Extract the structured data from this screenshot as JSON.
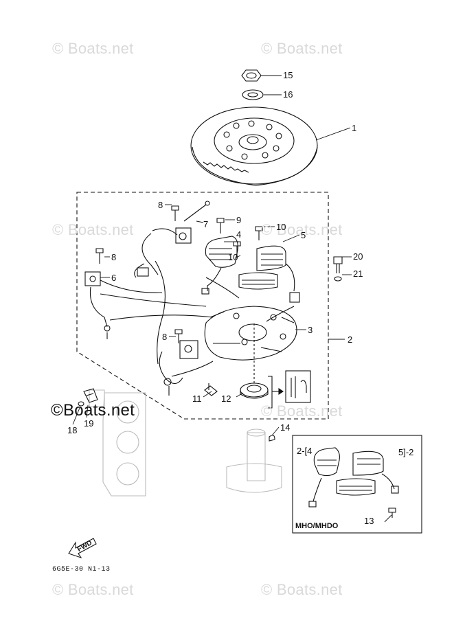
{
  "watermarks": {
    "text": "© Boats.net",
    "main": "©Boats.net"
  },
  "callouts": [
    {
      "id": "c1",
      "label": "1"
    },
    {
      "id": "c2",
      "label": "2"
    },
    {
      "id": "c3",
      "label": "3"
    },
    {
      "id": "c4",
      "label": "4"
    },
    {
      "id": "c5",
      "label": "5"
    },
    {
      "id": "c6",
      "label": "6"
    },
    {
      "id": "c7",
      "label": "7"
    },
    {
      "id": "c8a",
      "label": "8"
    },
    {
      "id": "c8b",
      "label": "8"
    },
    {
      "id": "c8c",
      "label": "8"
    },
    {
      "id": "c9",
      "label": "9"
    },
    {
      "id": "c10a",
      "label": "10"
    },
    {
      "id": "c10b",
      "label": "10"
    },
    {
      "id": "c11",
      "label": "11"
    },
    {
      "id": "c12",
      "label": "12"
    },
    {
      "id": "c13",
      "label": "13"
    },
    {
      "id": "c14",
      "label": "14"
    },
    {
      "id": "c15",
      "label": "15"
    },
    {
      "id": "c16",
      "label": "16"
    },
    {
      "id": "c18",
      "label": "18"
    },
    {
      "id": "c19",
      "label": "19"
    },
    {
      "id": "c20",
      "label": "20"
    },
    {
      "id": "c21",
      "label": "21"
    }
  ],
  "inset": {
    "label": "MHO/MHDO",
    "ref_left": "2-[4",
    "ref_right": "5]-2"
  },
  "fwd_label": "FWD",
  "diagram_code": "6G5E-30 N1-13"
}
